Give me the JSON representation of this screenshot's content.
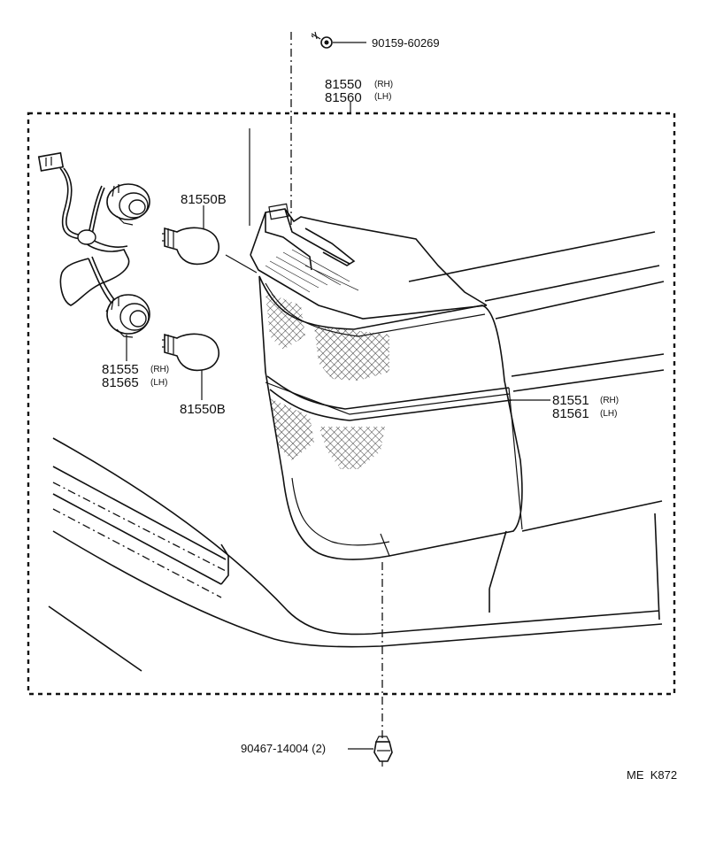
{
  "parts": {
    "screw": {
      "number": "90159-60269"
    },
    "lens_body": {
      "number_rh": "81550",
      "side_rh": "(RH)",
      "number_lh": "81560",
      "side_lh": "(LH)"
    },
    "bulb_upper": {
      "number": "81550B"
    },
    "bulb_lower": {
      "number": "81550B"
    },
    "socket": {
      "number_rh": "81555",
      "side_rh": "(RH)",
      "number_lh": "81565",
      "side_lh": "(LH)"
    },
    "lens": {
      "number_rh": "81551",
      "side_rh": "(RH)",
      "number_lh": "81561",
      "side_lh": "(LH)"
    },
    "clip": {
      "number": "90467-14004 (2)"
    }
  },
  "diagram_code": "ME  K872"
}
